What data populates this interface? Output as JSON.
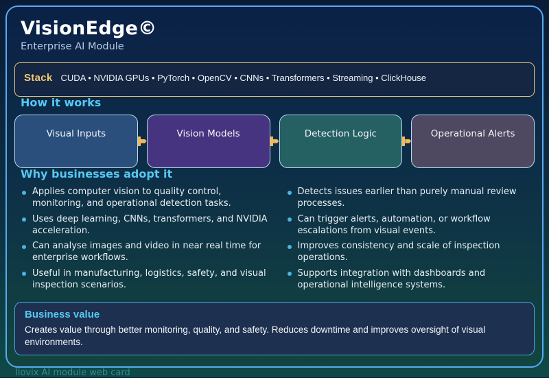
{
  "header": {
    "title": "VisionEdge©",
    "subtitle": "Enterprise AI Module"
  },
  "stack": {
    "label": "Stack",
    "items_text": "CUDA • NVIDIA GPUs • PyTorch • OpenCV • CNNs • Transformers • Streaming • ClickHouse"
  },
  "how_it_works": {
    "heading": "How it works",
    "steps": [
      {
        "label": "Visual Inputs",
        "color": "#2a4f7d"
      },
      {
        "label": "Vision Models",
        "color": "#473480"
      },
      {
        "label": "Detection Logic",
        "color": "#256063"
      },
      {
        "label": "Operational Alerts",
        "color": "#4e4860"
      }
    ]
  },
  "why": {
    "heading": "Why businesses adopt it",
    "left": [
      "Applies computer vision to quality control, monitoring, and operational detection tasks.",
      "Uses deep learning, CNNs, transformers, and NVIDIA acceleration.",
      "Can analyse images and video in near real time for enterprise workflows.",
      "Useful in manufacturing, logistics, safety, and visual inspection scenarios."
    ],
    "right": [
      "Detects issues earlier than purely manual review processes.",
      "Can trigger alerts, automation, or workflow escalations from visual events.",
      "Improves consistency and scale of inspection operations.",
      "Supports integration with dashboards and operational intelligence systems."
    ]
  },
  "business_value": {
    "heading": "Business value",
    "body": "Creates value through better monitoring, quality, and safety. Reduces downtime and improves oversight of visual environments."
  },
  "footer": {
    "caption": "Ilovix AI module web card"
  },
  "colors": {
    "card_border": "#58aaf2",
    "accent_heading": "#56c8f2",
    "stack_border": "#e9c77c",
    "stack_label": "#f2cb72",
    "flow_arrow": "#f0b95c",
    "bullet_dot": "#4db4e6",
    "business_value_border": "#4aa6d9",
    "business_value_bg": "#1d3050"
  }
}
